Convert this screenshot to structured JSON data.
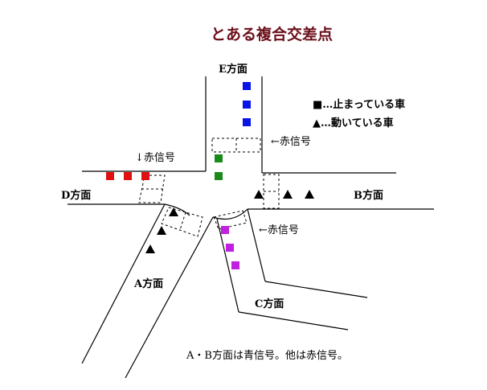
{
  "title": "とある複合交差点",
  "labels": {
    "e_direction": "E方面",
    "b_direction": "B方面",
    "c_direction": "C方面",
    "d_direction": "D方面",
    "a_direction": "A方面"
  },
  "signals": {
    "e_red": "←赤信号",
    "d_red": "↓赤信号",
    "c_red": "←赤信号"
  },
  "legend": {
    "stopped": "■…止まっている車",
    "moving": "▲…動いている車"
  },
  "footnote": "A・B方面は青信号。他は赤信号。",
  "colors": {
    "title": "#6b0f1a",
    "car_e": "#0a14e6",
    "car_green": "#1a8a1a",
    "car_d": "#e01010",
    "car_c": "#c020e0",
    "moving": "#000000"
  }
}
